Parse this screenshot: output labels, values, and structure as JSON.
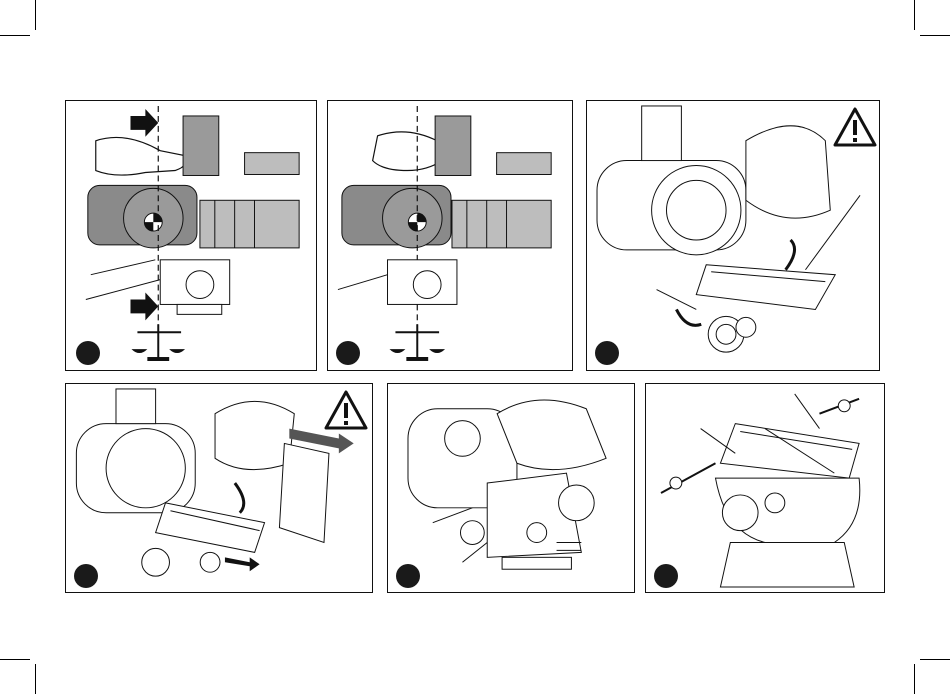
{
  "panels": [
    {
      "id": 1,
      "warning": false,
      "label": "balance-front"
    },
    {
      "id": 2,
      "warning": false,
      "label": "balance-centered"
    },
    {
      "id": 3,
      "warning": true,
      "label": "release-lever"
    },
    {
      "id": 4,
      "warning": true,
      "label": "slide-plate"
    },
    {
      "id": 5,
      "warning": false,
      "label": "head-knobs"
    },
    {
      "id": 6,
      "warning": false,
      "label": "head-plate"
    }
  ],
  "colors": {
    "line": "#111111",
    "grey": "#8a8a8a",
    "lightgrey": "#cfcfcf"
  }
}
